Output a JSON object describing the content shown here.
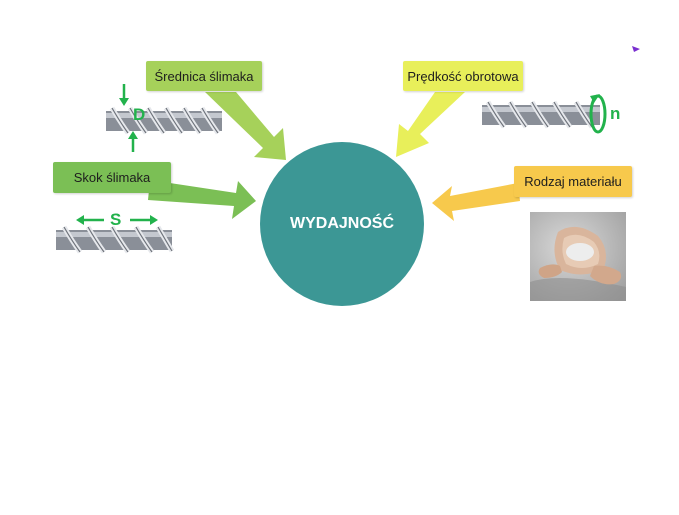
{
  "center": {
    "label": "WYDAJNOŚĆ"
  },
  "factors": {
    "srednica": "Średnica ślimaka",
    "skok": "Skok ślimaka",
    "predkosc": "Prędkość obrotowa",
    "rodzaj": "Rodzaj materiału"
  },
  "symbols": {
    "diameter": "D",
    "pitch": "S",
    "speed": "n"
  },
  "colors": {
    "circle": "#3c9795",
    "srednica": "#a6d15a",
    "skok": "#7bbf55",
    "predkosc": "#e8ef5a",
    "rodzaj": "#f7c94c",
    "dimension": "#22b24c"
  },
  "icons": [
    "screw-icon",
    "dimension-arrow-icon",
    "rotation-arrow-icon",
    "sand-hands-photo"
  ]
}
